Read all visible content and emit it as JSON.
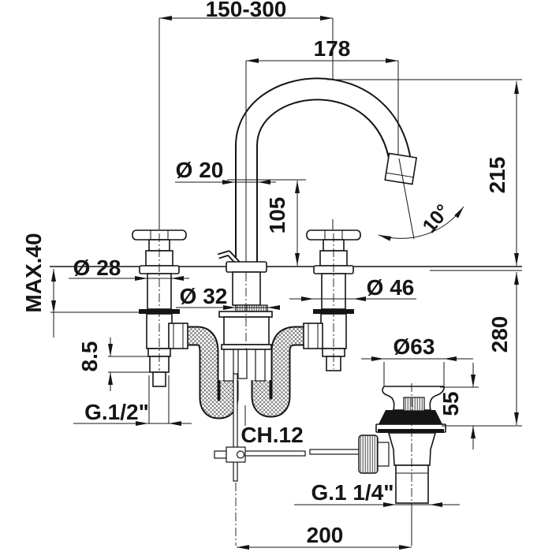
{
  "background": "#ffffff",
  "line_color": "#151515",
  "drawing_type": "faucet-dimensional-technical-drawing",
  "labels": {
    "handle_spread": "150-300",
    "spout_reach": "178",
    "spout_height": "215",
    "spout_tube_diameter": "Ø 20",
    "outlet_height": "105",
    "handle_body_diameter": "Ø 28",
    "max_deck_thickness": "MAX.40",
    "mounting_hole_diameter": "Ø 32",
    "escutcheon_diameter": "Ø 46",
    "locknut_height": "8.5",
    "inlet_thread": "G.1/2\"",
    "wrench_size": "CH.12",
    "spout_angle": "10°",
    "below_deck_depth": "280",
    "drain_flange_diameter": "Ø63",
    "drain_height": "55",
    "drain_thread": "G.1 1/4\"",
    "drain_offset": "200"
  }
}
